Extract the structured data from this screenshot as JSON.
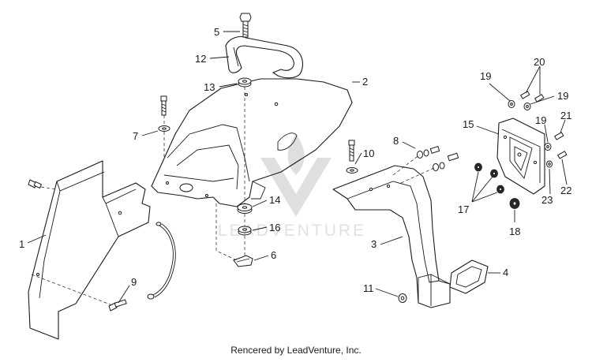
{
  "watermark": {
    "brand_text": "LEADVENTURE"
  },
  "credit": {
    "text": "Rencered by LeadVenture, Inc."
  },
  "callouts": [
    "1",
    "2",
    "3",
    "4",
    "5",
    "6",
    "7",
    "8",
    "9",
    "10",
    "11",
    "12",
    "13",
    "14",
    "15",
    "16",
    "17",
    "18",
    "19",
    "19",
    "19",
    "20",
    "21",
    "22",
    "23"
  ]
}
